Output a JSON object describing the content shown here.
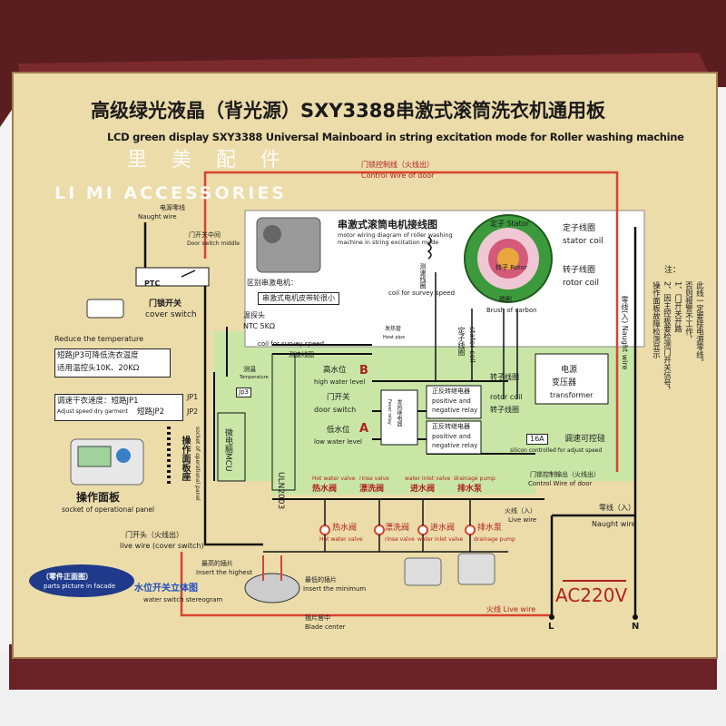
{
  "colors": {
    "box_top": "#6b2226",
    "panel": "#ecdcaa",
    "green_zone": "#c9e6a6",
    "wire_red": "#d8432f",
    "wire_black": "#111111",
    "blue_zone": "#ffffff"
  },
  "title_cn": "高级绿光液晶（背光源）SXY3388串激式滚筒洗衣机通用板",
  "title_en": "LCD green display SXY3388 Universal Mainboard in string excitation mode for Roller washing machine",
  "watermark_cn": "里 美 配 件",
  "watermark_en": "LI MI ACCESSORIES",
  "door_wire": {
    "cn": "门锁控制线（火线出）",
    "en": "Control Wire of door"
  },
  "neutral_left": {
    "cn": "电源零线",
    "en": "Naught wire"
  },
  "door_switch_mid": {
    "cn": "门开关中间",
    "en": "Door switch middle"
  },
  "ptc": "PTC",
  "cover_switch": {
    "cn": "门锁开关",
    "en": "cover switch"
  },
  "motor": {
    "title_cn": "串激式滚筒电机接线图",
    "title_en": "motor wiring diagram of roller washing machine in string excitation mode",
    "diff_label": "区别串激电机：",
    "belt_note": "串激式电机皮带轮很小",
    "survey_cn": "测速线圈",
    "survey_en": "coil for survey speed"
  },
  "stator": {
    "label": "定子 Stator",
    "coil_cn": "定子线圈",
    "coil_en": "stator coil"
  },
  "rotor": {
    "label": "转子 Rotor",
    "coil_cn": "转子线圈",
    "coil_en": "rotor coil",
    "brush_cn": "碳刷",
    "brush_en": "Brush of carbon"
  },
  "right_note": {
    "head": "注：",
    "lines": [
      "1、门开关开路",
      "否则报警不工作，",
      "2、因主控板要检测门开关信号，",
      "此线一定要接电源零线。",
      "操作面板故障检测显示"
    ]
  },
  "naught_right": "零线(入) Naught wire",
  "temp": {
    "probe": "温探头",
    "ntc": "NTC   5KΩ",
    "reduce": "Reduce the temperature",
    "jp3_line1": "短路JP3可降低洗衣温度",
    "jp3_line2": "适用温控头10K、20KΩ",
    "survey_speed": "coil for survey speed",
    "temp_measure": "测温",
    "temp_en": "Temperature",
    "survey_cn": "测速线圈",
    "jp3": "Jp3"
  },
  "speed": {
    "line1": "调速干衣速度：短路JP1",
    "line2_en": "Adjust speed dry garment",
    "line2_cn": "短路JP2",
    "jp1": "JP1",
    "jp2": "JP2"
  },
  "panel": {
    "cn": "操作面板",
    "en": "socket of operational panel",
    "socket_cn": "操作面板座",
    "socket_en": "socket of operational panel"
  },
  "mcu": "微电脑MCU",
  "uln": "ULN2003",
  "water": {
    "high_cn": "高水位",
    "high_en": "high water level",
    "door_cn": "门开关",
    "door_en": "door switch",
    "low_cn": "低水位",
    "low_en": "low water level",
    "B": "B",
    "A": "A"
  },
  "heater": {
    "label": "发热管",
    "en": "Heat pipe",
    "relay_cn": "发热继电器",
    "relay_en": "Fever relay"
  },
  "relay1": {
    "cn": "正反转继电器",
    "en1": "positive and",
    "en2": "negative relay"
  },
  "relay2": {
    "cn": "正反转继电器",
    "en1": "positive and",
    "en2": "negative relay"
  },
  "transformer": {
    "cn1": "电源",
    "cn2": "变压器",
    "en": "transformer"
  },
  "triac": {
    "rating": "16A",
    "cn": "调速可控硅",
    "en": "silicon controlled for adjust speed"
  },
  "door_out": {
    "cn": "门锁控制输出（火线出）",
    "en": "Control Wire of door"
  },
  "valves_top": [
    {
      "en": "Hot water valve",
      "cn": "热水阀"
    },
    {
      "en": "rinse valve",
      "cn": "漂洗阀"
    },
    {
      "en": "water inlet valve",
      "cn": "进水阀"
    },
    {
      "en": "drainage pump",
      "cn": "排水泵"
    }
  ],
  "valves_bottom": [
    {
      "cn": "热水阀",
      "en": "Hot water valve"
    },
    {
      "cn": "漂洗阀",
      "en": "rinse valve"
    },
    {
      "cn": "进水阀",
      "en": "water inlet valve"
    },
    {
      "cn": "排水泵",
      "en": "drainage pump"
    }
  ],
  "live_in": {
    "cn": "火线（入）",
    "en": "Live wire"
  },
  "naught_in": {
    "cn": "零线（入）",
    "en": "Naught wire"
  },
  "cover_live": {
    "cn": "门开头（火线出）",
    "en": "live wire (cover switch)"
  },
  "insert_high": {
    "cn": "最高的插片",
    "en": "Insert the highest"
  },
  "insert_min": {
    "cn": "最低的插片",
    "en": "Insert the minimum"
  },
  "blade": {
    "cn": "插片居中",
    "en": "Blade center"
  },
  "parts_badge": {
    "cn": "（零件正面图）",
    "en": "parts picture in facade"
  },
  "water_switch": {
    "cn": "水位开关立体图",
    "en": "water switch stereogram"
  },
  "live_bottom": "火线  Live wire",
  "ac": "AC220V",
  "L": "L",
  "N": "N"
}
